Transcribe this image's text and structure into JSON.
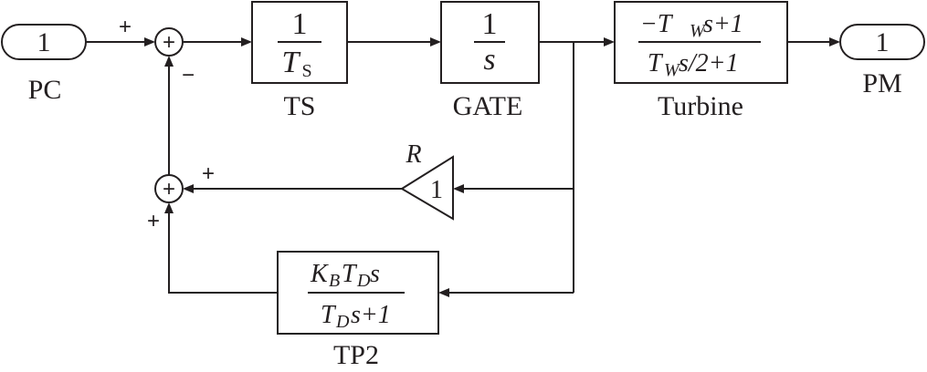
{
  "ports": {
    "input": {
      "number": "1",
      "label": "PC"
    },
    "output": {
      "number": "1",
      "label": "PM"
    }
  },
  "blocks": {
    "ts": {
      "num": "1",
      "den_main": "T",
      "den_sub": "S",
      "label": "TS"
    },
    "gate": {
      "num": "1",
      "den": "s",
      "label": "GATE"
    },
    "turbine": {
      "num_prefix": "−T",
      "num_sub": "W",
      "num_suffix": "s+1",
      "den_main": "T",
      "den_sub": "W",
      "den_suffix": "s/2+1",
      "label": "Turbine"
    },
    "gain": {
      "value": "1",
      "symbol": "R"
    },
    "tp2": {
      "num_k": "K",
      "num_k_sub": "B",
      "num_t": "T",
      "num_t_sub": "D",
      "num_s": "s",
      "den_t": "T",
      "den_t_sub": "D",
      "den_suffix": "s+1",
      "label": "TP2"
    }
  },
  "sums": {
    "top": {
      "symbol": "+",
      "sign_in": "+",
      "sign_fb": "−"
    },
    "bottom": {
      "symbol": "+",
      "sign_right": "+",
      "sign_bottom": "+"
    }
  }
}
